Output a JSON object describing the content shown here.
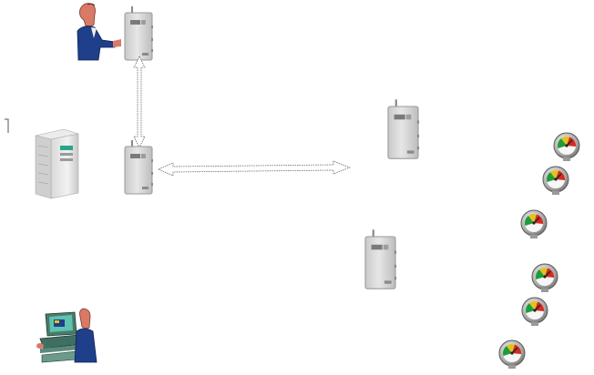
{
  "diagram": {
    "background": "#ffffff",
    "device_color": "#d7d7d7",
    "person_shirt_color": "#1f3f8a",
    "person_skin_color": "#d97a66",
    "gauge_colors": [
      "#1f9c3a",
      "#e3c11f",
      "#d52a1f"
    ],
    "nodes": [
      {
        "id": "user",
        "icon": "person-icon"
      },
      {
        "id": "radio-user",
        "icon": "radio-transceiver-icon"
      },
      {
        "id": "server",
        "icon": "server-tower-icon"
      },
      {
        "id": "radio-base",
        "icon": "radio-transceiver-icon"
      },
      {
        "id": "radio-remote-1",
        "icon": "radio-transceiver-icon"
      },
      {
        "id": "radio-remote-2",
        "icon": "radio-transceiver-icon"
      },
      {
        "id": "operator",
        "icon": "computer-operator-icon"
      },
      {
        "id": "gauge-1",
        "icon": "gauge-icon"
      },
      {
        "id": "gauge-2",
        "icon": "gauge-icon"
      },
      {
        "id": "gauge-3",
        "icon": "gauge-icon"
      },
      {
        "id": "gauge-4",
        "icon": "gauge-icon"
      },
      {
        "id": "gauge-5",
        "icon": "gauge-icon"
      },
      {
        "id": "gauge-6",
        "icon": "gauge-icon"
      }
    ],
    "links": [
      {
        "from": "radio-user",
        "to": "radio-base",
        "style": "double-arrow"
      },
      {
        "from": "radio-base",
        "to": "radio-remote-1",
        "style": "double-arrow"
      }
    ]
  }
}
